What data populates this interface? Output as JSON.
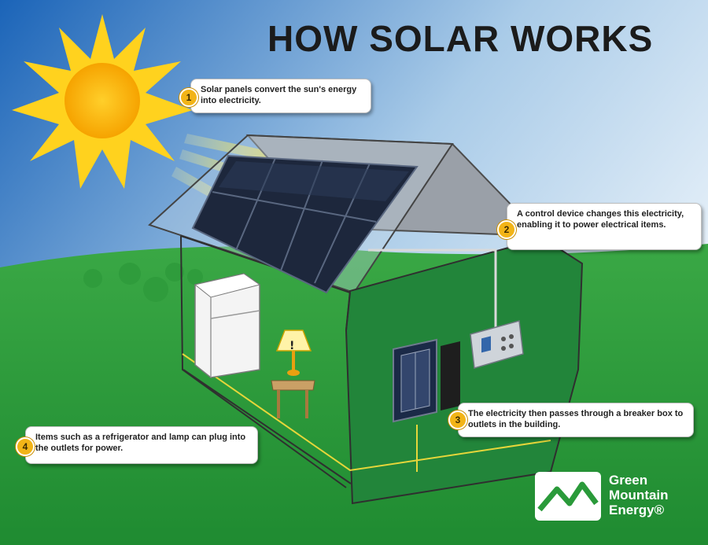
{
  "title": "HOW SOLAR WORKS",
  "steps": [
    {
      "number": "1",
      "text": "Solar panels convert the sun's energy into electricity."
    },
    {
      "number": "2",
      "text": "A control device changes this electricity, enabling it to power electrical items."
    },
    {
      "number": "3",
      "text": "The electricity then passes through a breaker box to outlets in the building."
    },
    {
      "number": "4",
      "text": "Items such as a refrigerator and lamp can plug into the outlets for power."
    }
  ],
  "logo": {
    "line1": "Green",
    "line2": "Mountain",
    "line3": "Energy®"
  },
  "colors": {
    "sky_top": "#1f6fc0",
    "sky_bottom": "#d9e9f5",
    "grass": "#2a9a3a",
    "house_wall": "#23843a",
    "sun": "#ffd21e",
    "panel": "#22304a",
    "step_badge": "#f2b417"
  }
}
